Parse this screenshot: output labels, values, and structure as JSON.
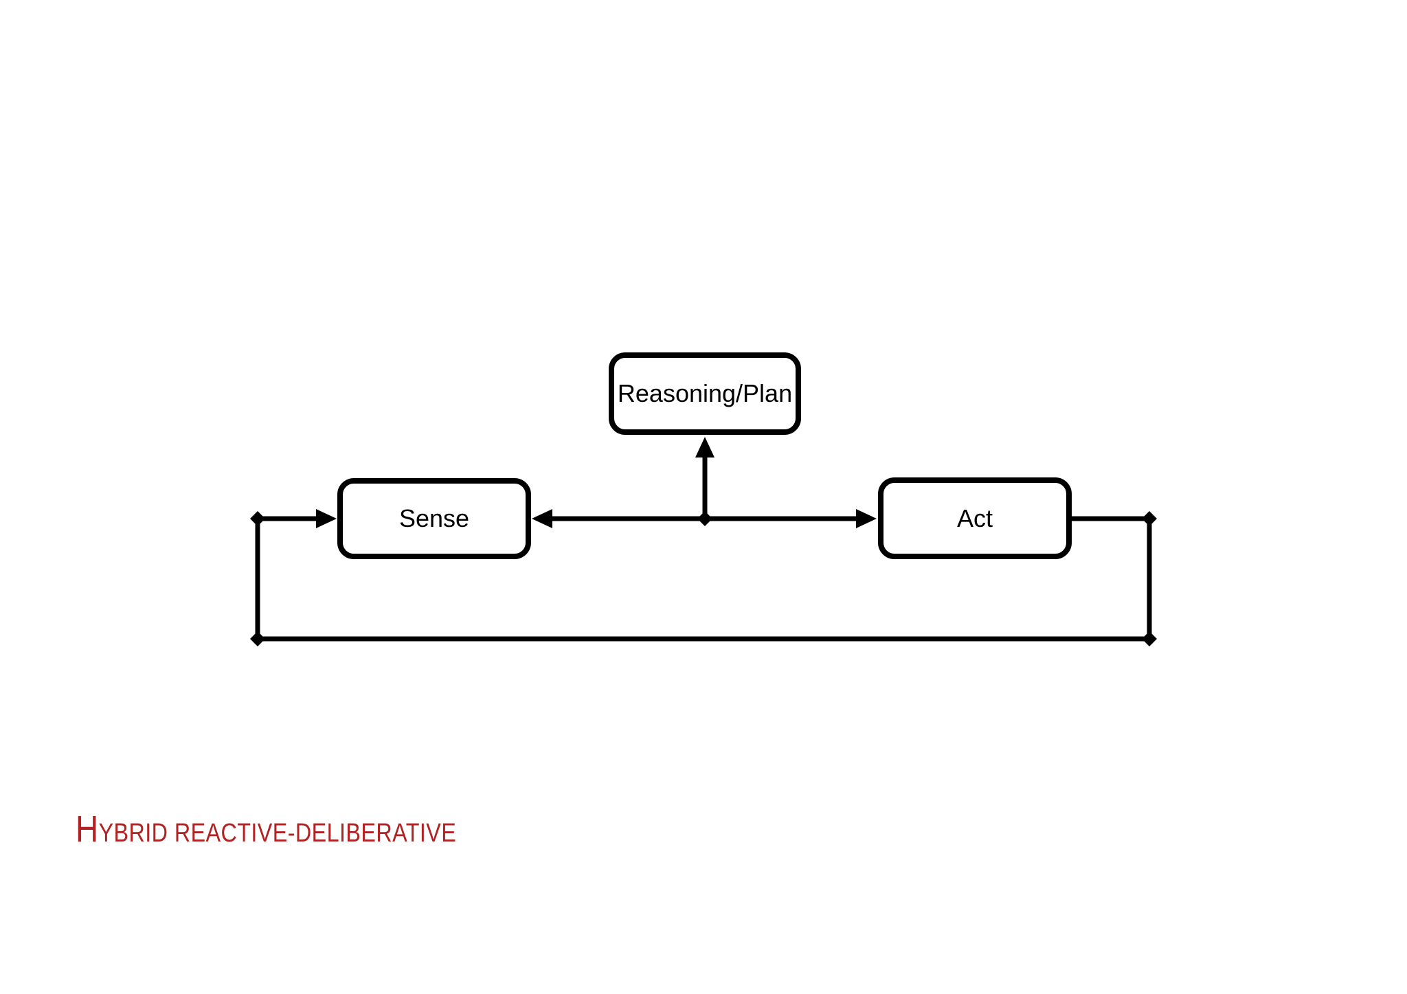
{
  "slide": {
    "background": "#ffffff",
    "caption": {
      "text": "Hybrid reactive-deliberative",
      "color": "#b22222"
    },
    "diagram": {
      "stroke_color": "#000000",
      "node_fill": "#ffffff",
      "nodes": [
        {
          "id": "reasoning-plan",
          "label": "Reasoning/Plan"
        },
        {
          "id": "sense",
          "label": "Sense"
        },
        {
          "id": "act",
          "label": "Act"
        }
      ],
      "edges": [
        {
          "from": "sense-act-junction",
          "to": "reasoning-plan",
          "arrow": "into-reasoning-plan",
          "direction": "up"
        },
        {
          "from": "sense-act-junction",
          "to": "sense",
          "arrow": "into-sense",
          "direction": "left"
        },
        {
          "from": "sense-act-junction",
          "to": "act",
          "arrow": "into-act",
          "direction": "right"
        },
        {
          "from": "act",
          "to": "sense",
          "arrow": "into-sense",
          "route": "feedback loop: right, down, left along bottom, up, right"
        }
      ],
      "junction_markers": "filled diamonds at loop corners and center junction"
    }
  }
}
